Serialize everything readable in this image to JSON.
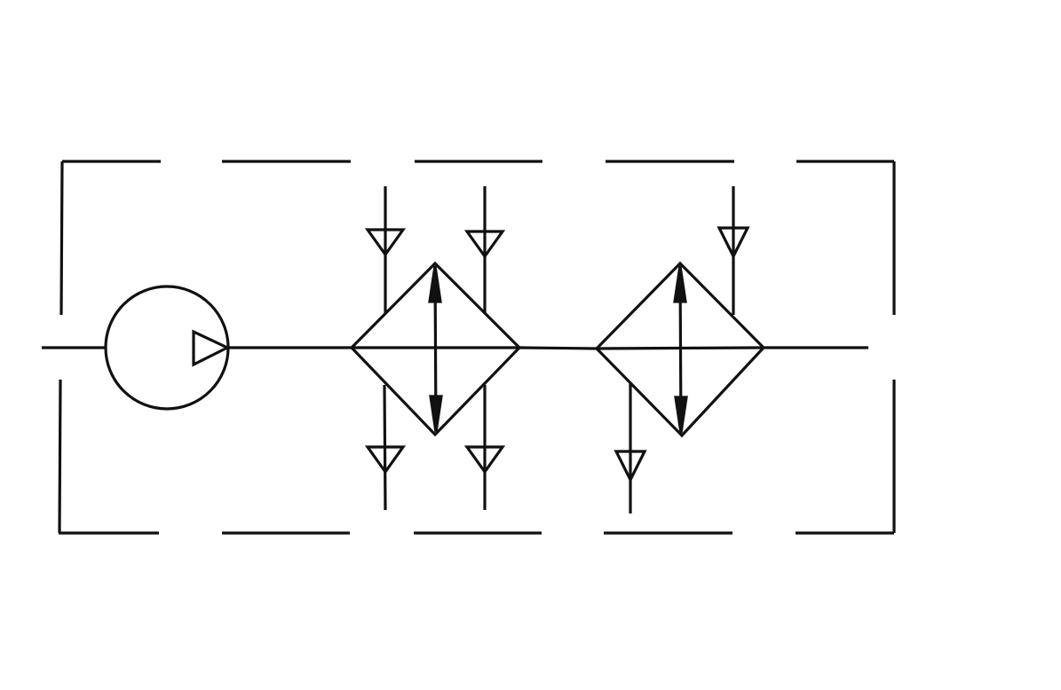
{
  "diagram": {
    "type": "hydraulic-schematic",
    "colors": {
      "line": "#111111",
      "background": "#ffffff"
    },
    "symbols": [
      {
        "kind": "boundary",
        "style": "dashed-rectangle"
      },
      {
        "kind": "main-flow-line"
      },
      {
        "kind": "pump",
        "flow_indicator": "triangle-pointing-right"
      },
      {
        "kind": "heat-exchanger",
        "arrow": "bidirectional-vertical",
        "ports_in": 2,
        "ports_out": 2
      },
      {
        "kind": "heat-exchanger",
        "arrow": "bidirectional-vertical",
        "ports_in": 1,
        "ports_out": 1
      }
    ],
    "icons": [
      "pump-icon",
      "heat-exchanger-icon",
      "flow-direction-arrow-icon"
    ]
  }
}
